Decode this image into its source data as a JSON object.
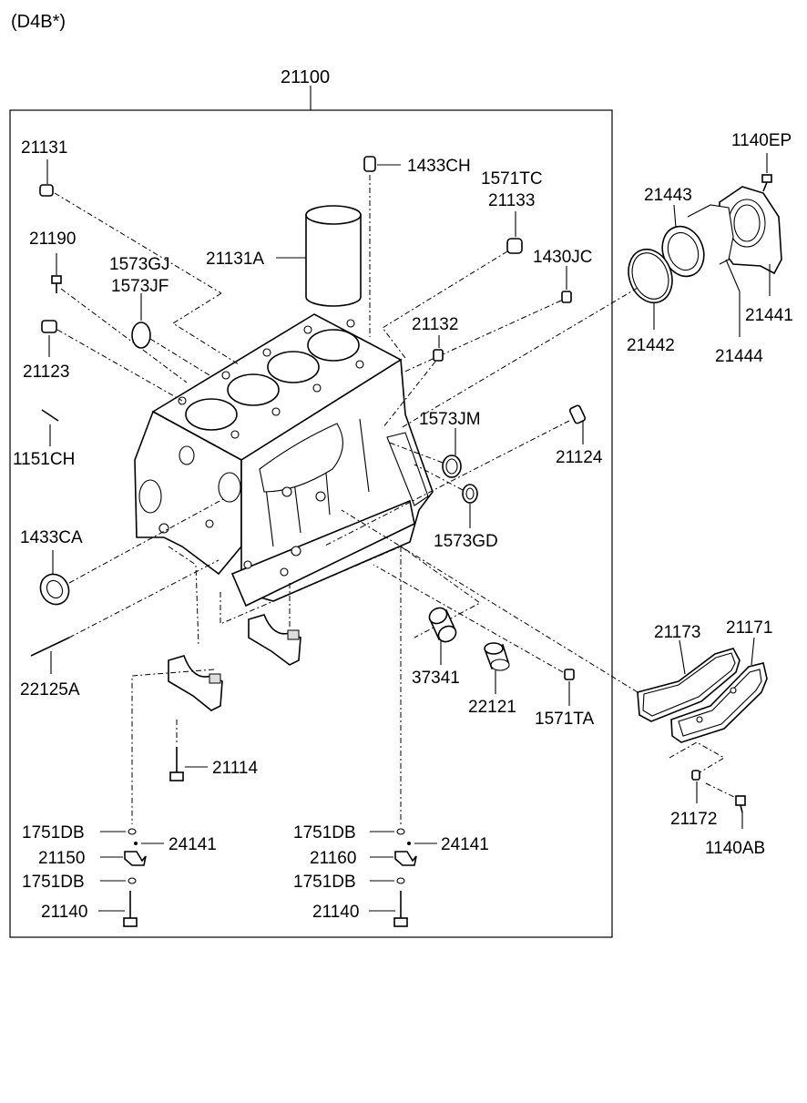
{
  "header": {
    "variant": "(D4B*)"
  },
  "group_label": "21100",
  "labels": {
    "p21131": "21131",
    "p1433CH": "1433CH",
    "p1571TC": "1571TC",
    "p21133": "21133",
    "p1140EP": "1140EP",
    "p21443": "21443",
    "p21190": "21190",
    "p1573GJ": "1573GJ",
    "p1573JF": "1573JF",
    "p21131A": "21131A",
    "p1430JC": "1430JC",
    "p21441": "21441",
    "p21132": "21132",
    "p21123": "21123",
    "p21442": "21442",
    "p21444": "21444",
    "p1573JM": "1573JM",
    "p1151CH": "1151CH",
    "p21124": "21124",
    "p1433CA": "1433CA",
    "p1573GD": "1573GD",
    "p21173": "21173",
    "p21171": "21171",
    "p22125A": "22125A",
    "p37341": "37341",
    "p22121": "22121",
    "p1571TA": "1571TA",
    "p21114": "21114",
    "p21172": "21172",
    "p1140AB": "1140AB",
    "p1751DB_a": "1751DB",
    "p24141_a": "24141",
    "p21150": "21150",
    "p1751DB_b": "1751DB",
    "p21140_a": "21140",
    "p1751DB_c": "1751DB",
    "p24141_b": "24141",
    "p21160": "21160",
    "p1751DB_d": "1751DB",
    "p21140_b": "21140"
  }
}
